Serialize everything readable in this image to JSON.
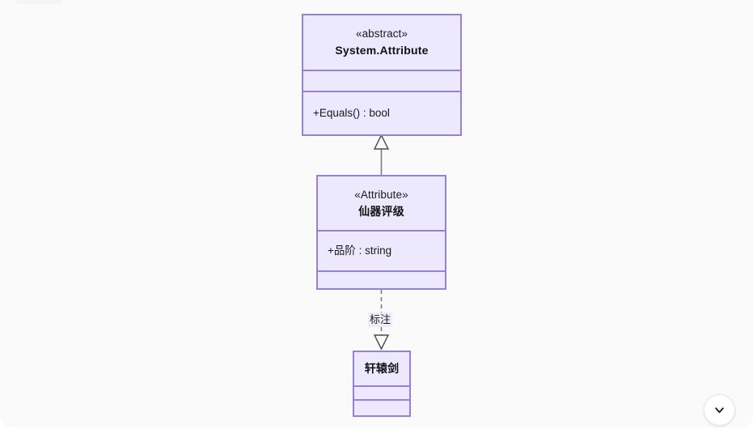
{
  "diagram": {
    "type": "uml-class-diagram",
    "background_color": "#fafafa",
    "node_fill": "#ece8fd",
    "node_border": "#9a7fd8",
    "classes": [
      {
        "id": "system-attribute",
        "stereotype": "«abstract»",
        "name": "System.Attribute",
        "attributes": [],
        "operations": [
          "+Equals() : bool"
        ]
      },
      {
        "id": "xianqi-pingji",
        "stereotype": "«Attribute»",
        "name": "仙器评级",
        "attributes": [
          "+品阶 : string"
        ],
        "operations": []
      },
      {
        "id": "xuanyuan-jian",
        "stereotype": "",
        "name": "轩辕剑",
        "attributes": [],
        "operations": []
      }
    ],
    "edges": [
      {
        "id": "generalization",
        "from": "xianqi-pingji",
        "to": "system-attribute",
        "kind": "generalization",
        "line": "solid",
        "arrow": "hollow-triangle",
        "label": ""
      },
      {
        "id": "annotation",
        "from": "xianqi-pingji",
        "to": "xuanyuan-jian",
        "kind": "annotation",
        "line": "dashed",
        "arrow": "hollow-triangle",
        "label": "标注"
      }
    ]
  },
  "controls": {
    "scroll_down_label": "scroll down",
    "chevron_icon": "chevron-down-icon"
  }
}
